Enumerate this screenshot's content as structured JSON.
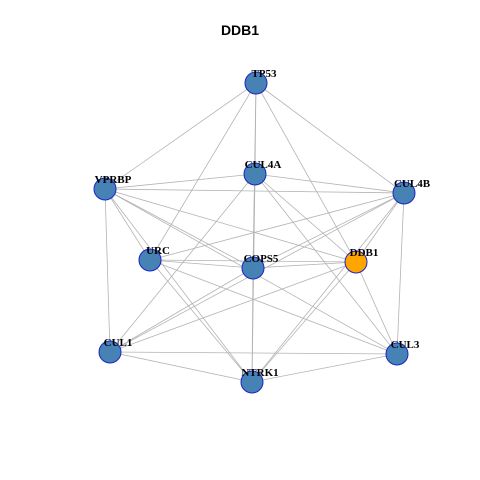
{
  "title": "DDB1",
  "colors": {
    "default_node": "#4682b4",
    "highlight_node": "#ffa500",
    "node_border": "#1a24c8",
    "edge": "#b3b3b3"
  },
  "nodes": [
    {
      "id": "TP53",
      "label": "TP53",
      "highlight": false
    },
    {
      "id": "CUL4A",
      "label": "CUL4A",
      "highlight": false
    },
    {
      "id": "VPRBP",
      "label": "VPRBP",
      "highlight": false
    },
    {
      "id": "CUL4B",
      "label": "CUL4B",
      "highlight": false
    },
    {
      "id": "URC",
      "label": "URC",
      "highlight": false
    },
    {
      "id": "COPS5",
      "label": "COPS5",
      "highlight": false
    },
    {
      "id": "DDB1",
      "label": "DDB1",
      "highlight": true
    },
    {
      "id": "CUL1",
      "label": "CUL1",
      "highlight": false
    },
    {
      "id": "CUL3",
      "label": "CUL3",
      "highlight": false
    },
    {
      "id": "NTRK1",
      "label": "NTRK1",
      "highlight": false
    }
  ],
  "edges": [
    [
      "TP53",
      "VPRBP"
    ],
    [
      "TP53",
      "CUL4B"
    ],
    [
      "TP53",
      "CUL4A"
    ],
    [
      "TP53",
      "COPS5"
    ],
    [
      "TP53",
      "URC"
    ],
    [
      "TP53",
      "DDB1"
    ],
    [
      "CUL4A",
      "VPRBP"
    ],
    [
      "CUL4A",
      "CUL4B"
    ],
    [
      "CUL4A",
      "COPS5"
    ],
    [
      "CUL4A",
      "CUL1"
    ],
    [
      "CUL4A",
      "CUL3"
    ],
    [
      "CUL4A",
      "NTRK1"
    ],
    [
      "CUL4A",
      "DDB1"
    ],
    [
      "VPRBP",
      "CUL4B"
    ],
    [
      "VPRBP",
      "CUL1"
    ],
    [
      "VPRBP",
      "DDB1"
    ],
    [
      "VPRBP",
      "NTRK1"
    ],
    [
      "VPRBP",
      "COPS5"
    ],
    [
      "VPRBP",
      "CUL3"
    ],
    [
      "VPRBP",
      "URC"
    ],
    [
      "CUL4B",
      "URC"
    ],
    [
      "CUL4B",
      "COPS5"
    ],
    [
      "CUL4B",
      "CUL3"
    ],
    [
      "CUL4B",
      "CUL1"
    ],
    [
      "CUL4B",
      "NTRK1"
    ],
    [
      "CUL4B",
      "DDB1"
    ],
    [
      "URC",
      "COPS5"
    ],
    [
      "URC",
      "DDB1"
    ],
    [
      "URC",
      "NTRK1"
    ],
    [
      "URC",
      "CUL3"
    ],
    [
      "COPS5",
      "DDB1"
    ],
    [
      "COPS5",
      "CUL1"
    ],
    [
      "COPS5",
      "NTRK1"
    ],
    [
      "DDB1",
      "NTRK1"
    ],
    [
      "DDB1",
      "CUL3"
    ],
    [
      "DDB1",
      "CUL1"
    ],
    [
      "CUL1",
      "NTRK1"
    ],
    [
      "CUL1",
      "CUL3"
    ],
    [
      "NTRK1",
      "CUL3"
    ]
  ]
}
